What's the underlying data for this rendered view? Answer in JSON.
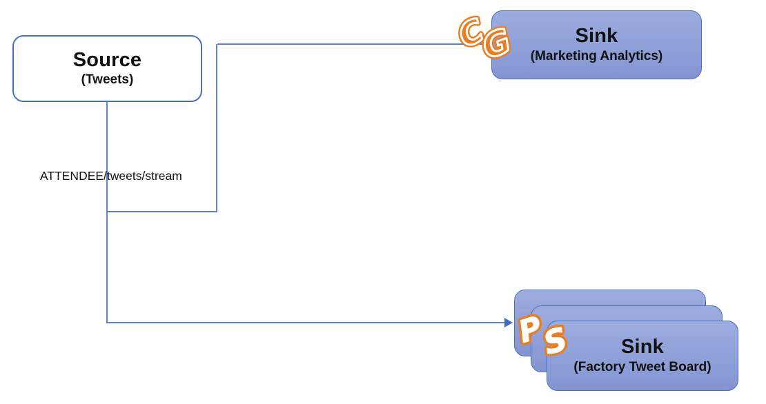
{
  "diagram": {
    "edge_label": "ATTENDEE/tweets/stream",
    "source": {
      "title": "Source",
      "subtitle": "(Tweets)"
    },
    "sink_marketing": {
      "title": "Sink",
      "subtitle": "(Marketing Analytics)",
      "logo": {
        "l1": "C",
        "l2": "G"
      }
    },
    "sink_factory": {
      "title": "Sink",
      "subtitle": "(Factory Tweet Board)",
      "stack_count": 3,
      "logo": {
        "l1": "P",
        "l2": "S"
      }
    },
    "colors": {
      "box_border": "#4472C4",
      "sink_fill_top": "#9DACDF",
      "sink_fill_bottom": "#8494D0",
      "connector": "#5D83CC",
      "arrowhead": "#3F6DC6",
      "logo_orange": "#E87E23",
      "text": "#111111"
    }
  }
}
